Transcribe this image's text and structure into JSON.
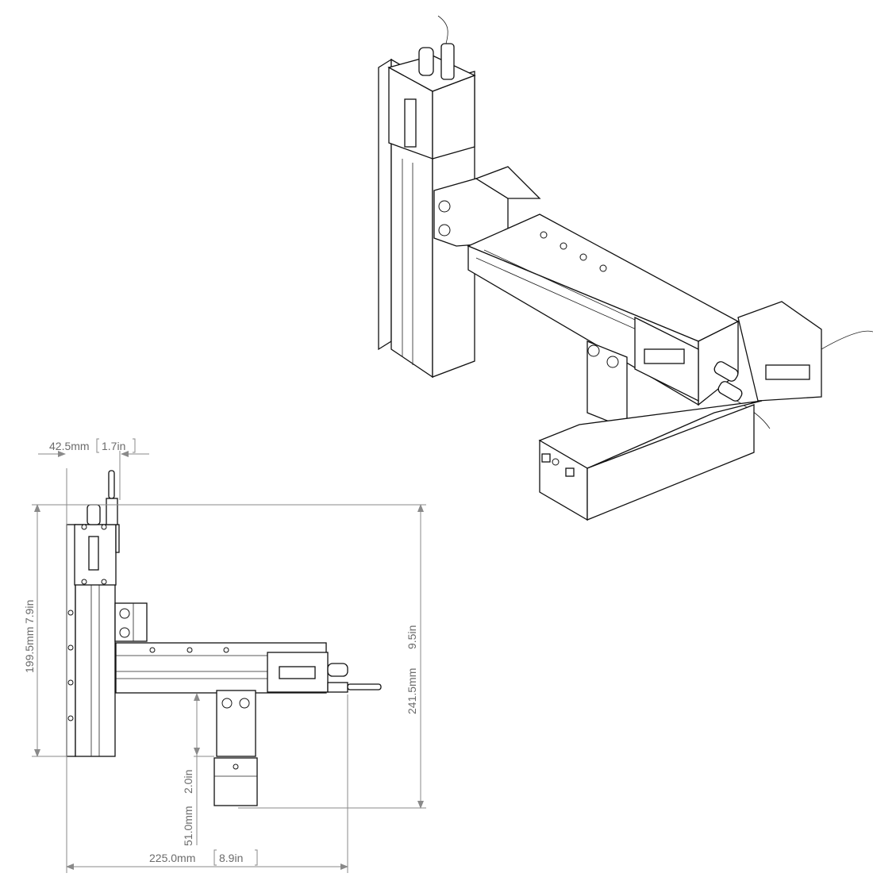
{
  "drawing": {
    "dimensions": [
      {
        "id": "width-top",
        "value": "42.5mm",
        "alt": "1.7in"
      },
      {
        "id": "height-left",
        "value": "199.5mm",
        "alt": "7.9in"
      },
      {
        "id": "height-total",
        "value": "241.5mm",
        "alt": "9.5in"
      },
      {
        "id": "drop",
        "value": "51.0mm",
        "alt": "2.0in"
      },
      {
        "id": "width-total",
        "value": "225.0mm",
        "alt": "8.9in"
      }
    ],
    "colors": {
      "line": "#111111",
      "dimension": "#8a8a8a",
      "dimension_text": "#6b6b6b"
    }
  }
}
